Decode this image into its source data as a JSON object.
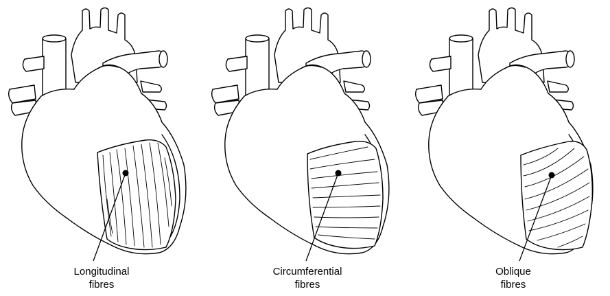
{
  "panels": [
    {
      "id": "longitudinal",
      "label_line1": "Longitudinal",
      "label_line2": "fibres"
    },
    {
      "id": "circumferential",
      "label_line1": "Circumferential",
      "label_line2": "fibres"
    },
    {
      "id": "oblique",
      "label_line1": "Oblique",
      "label_line2": "fibres"
    }
  ]
}
